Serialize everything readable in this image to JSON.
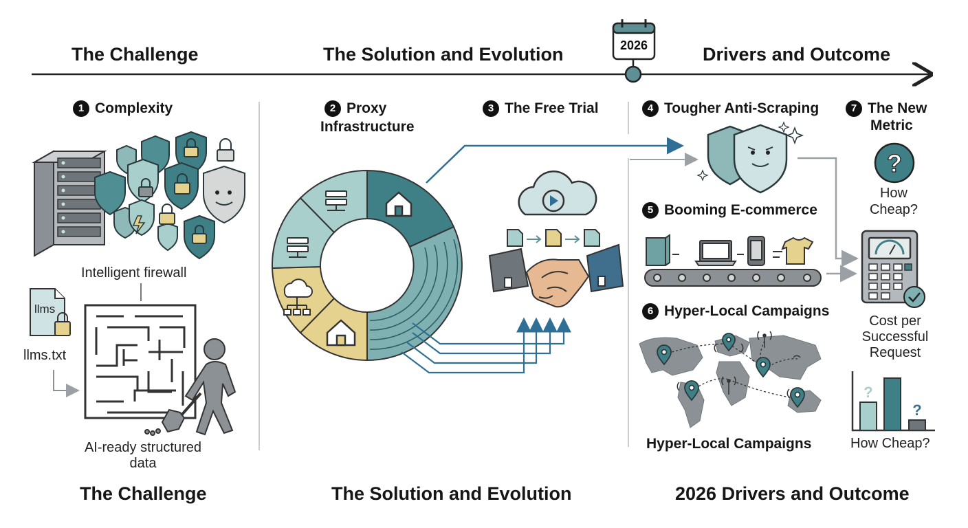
{
  "timeline": {
    "phases": [
      "The Challenge",
      "The Solution and Evolution",
      "Drivers and Outcome"
    ],
    "year_badge": "2026"
  },
  "sections": {
    "complexity": {
      "number": "1",
      "title": "Complexity",
      "firewall_label": "Intelligent firewall",
      "file_icon_text": "llms",
      "file_label": "llms.txt",
      "data_label_1": "AI-ready structured",
      "data_label_2": "data"
    },
    "proxy": {
      "number": "2",
      "title_1": "Proxy",
      "title_2": "Infrastructure"
    },
    "trial": {
      "number": "3",
      "title": "The Free Trial"
    },
    "anti_scraping": {
      "number": "4",
      "title": "Tougher Anti-Scraping"
    },
    "ecommerce": {
      "number": "5",
      "title": "Booming E-commerce"
    },
    "hyperlocal": {
      "number": "6",
      "title": "Hyper-Local Campaigns",
      "map_label": "Hyper-Local Campaigns"
    },
    "metric": {
      "number": "7",
      "title_1": "The New",
      "title_2": "Metric",
      "question_1": "How",
      "question_2": "Cheap?",
      "cost_1": "Cost per",
      "cost_2": "Successful",
      "cost_3": "Request",
      "chart_label": "How Cheap?"
    }
  },
  "footer": {
    "left": "The Challenge",
    "middle": "The Solution and Evolution",
    "right": "2026 Drivers and Outcome"
  },
  "colors": {
    "teal_dark": "#3f7f86",
    "teal_mid": "#7fb0b2",
    "teal_light": "#a9cfcd",
    "sand": "#e6d28f",
    "blue_arrow": "#2f6f95",
    "gray": "#8c9196"
  },
  "icons": [
    "calendar-icon",
    "server-icon",
    "shield-icon",
    "lock-icon",
    "maze-icon",
    "person-icon",
    "shovel-icon",
    "file-icon",
    "ring-chart-icon",
    "home-icon",
    "cloud-icon",
    "play-icon",
    "handshake-icon",
    "book-icon",
    "laptop-icon",
    "phone-icon",
    "tshirt-icon",
    "conveyor-icon",
    "world-map-icon",
    "pin-icon",
    "question-icon",
    "calculator-icon",
    "check-icon",
    "bar-chart-icon"
  ]
}
